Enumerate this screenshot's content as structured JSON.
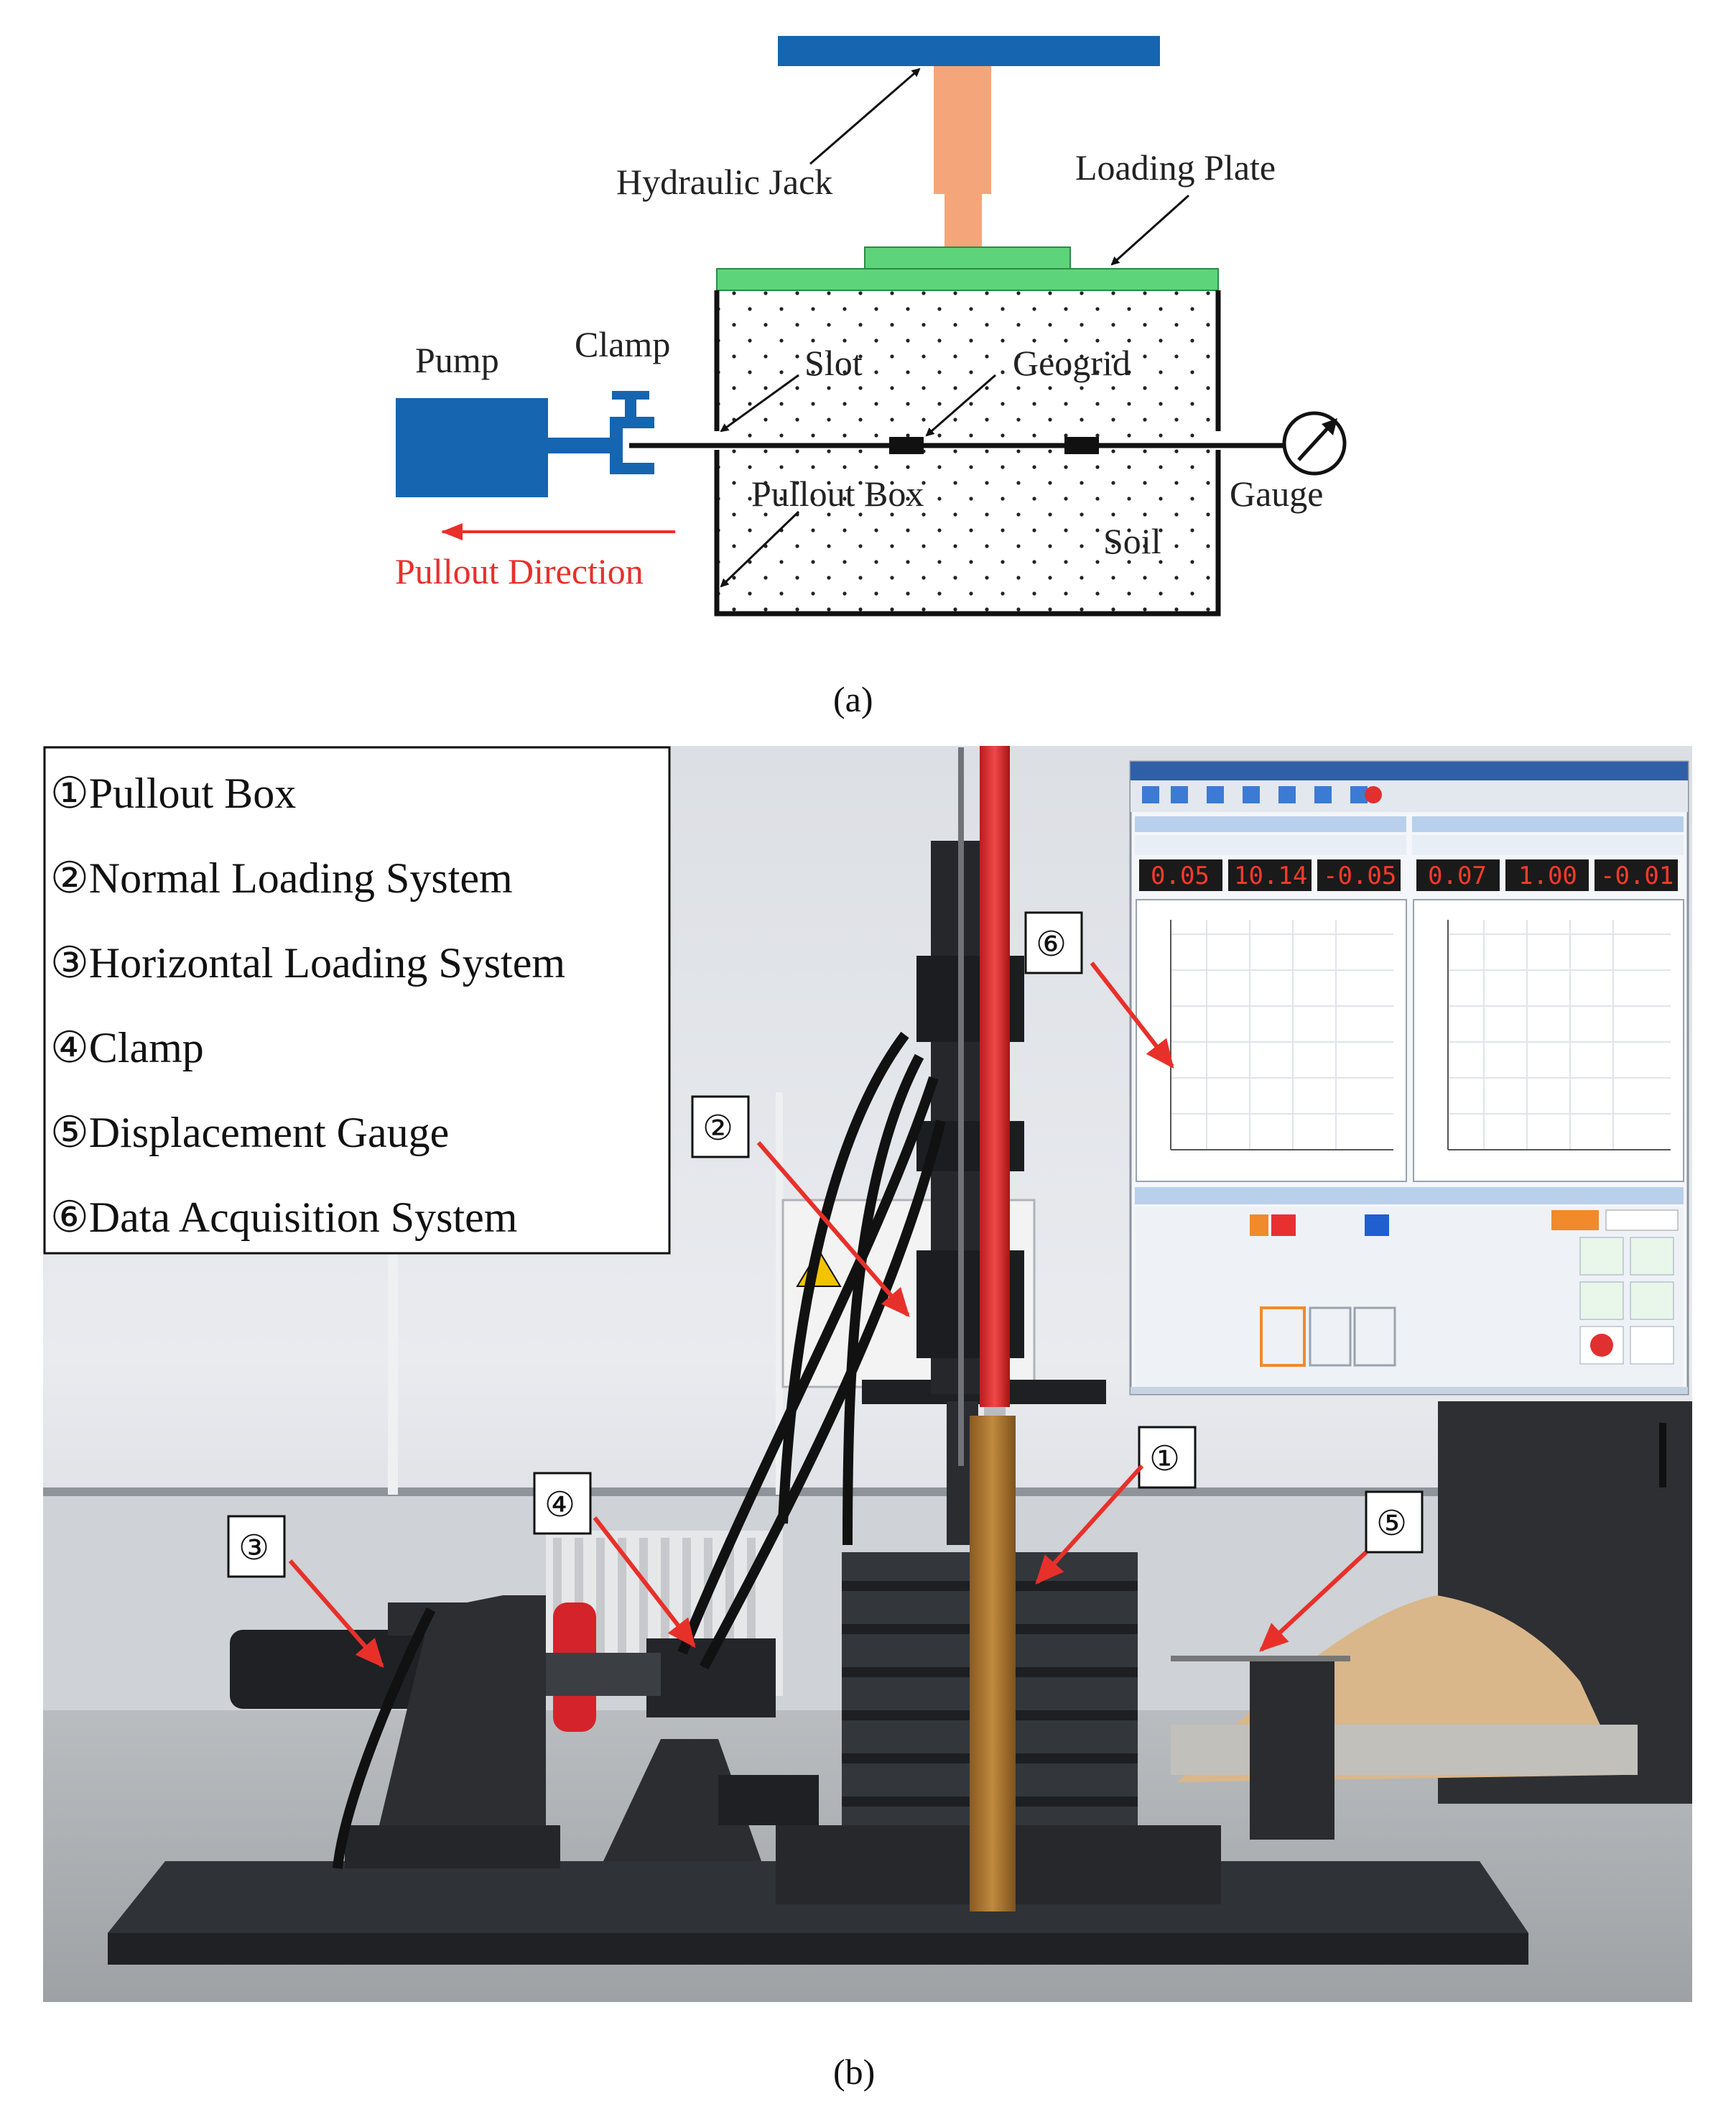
{
  "panel_a": {
    "labels": {
      "hydraulic_jack": "Hydraulic Jack",
      "loading_plate": "Loading Plate",
      "pump": "Pump",
      "clamp": "Clamp",
      "slot": "Slot",
      "geogrid": "Geogrid",
      "pullout_box": "Pullout Box",
      "gauge": "Gauge",
      "soil": "Soil",
      "pullout_direction": "Pullout Direction"
    },
    "caption": "(a)",
    "colors": {
      "jack_plate": "#1565b0",
      "jack_rod": "#f5a57a",
      "loading_plate": "#5ed47a",
      "pump": "#1565b0",
      "arrow_red": "#e8302a"
    }
  },
  "panel_b": {
    "legend": [
      {
        "num": "①",
        "text": "Pullout Box"
      },
      {
        "num": "②",
        "text": "Normal Loading System"
      },
      {
        "num": "③",
        "text": "Horizontal Loading System"
      },
      {
        "num": "④",
        "text": "Clamp"
      },
      {
        "num": "⑤",
        "text": "Displacement Gauge"
      },
      {
        "num": "⑥",
        "text": "Data Acquisition System"
      }
    ],
    "markers": {
      "m1": "①",
      "m2": "②",
      "m3": "③",
      "m4": "④",
      "m5": "⑤",
      "m6": "⑥"
    },
    "screen_readouts": [
      "0.05",
      "10.14",
      "-0.05",
      "0.07",
      "1.00",
      "-0.01"
    ],
    "caption": "(b)"
  }
}
